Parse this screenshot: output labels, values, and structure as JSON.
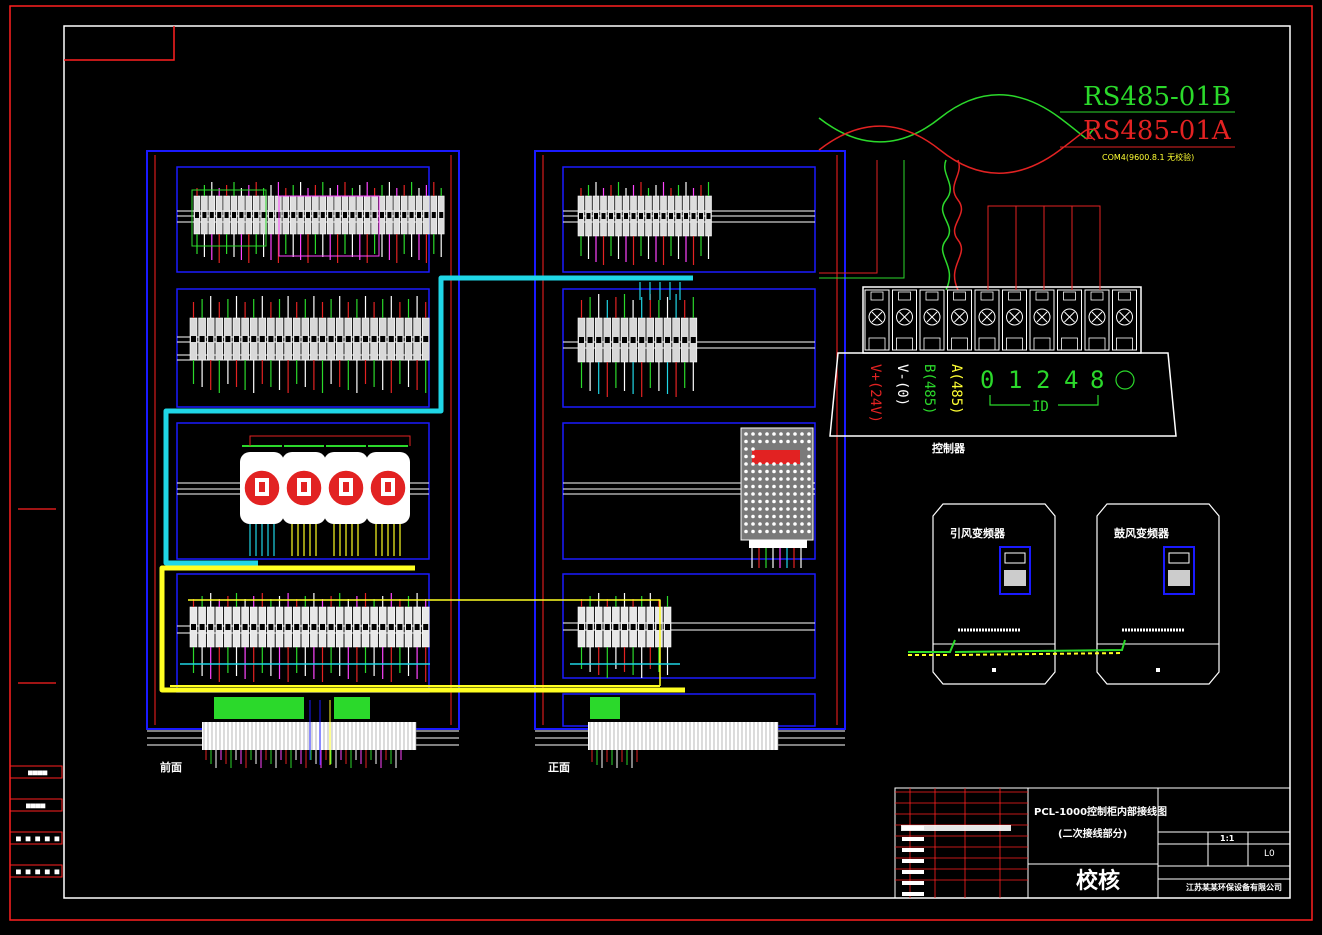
{
  "signal_labels": {
    "line_b": "RS485-01B",
    "line_a": "RS485-01A",
    "com_note": "COM4(9600.8.1 无校验)"
  },
  "terminal_labels": [
    {
      "text": "V+(24V)",
      "color": "#e22222"
    },
    {
      "text": "V-(0)",
      "color": "#ffffff"
    },
    {
      "text": "B(485)",
      "color": "#2bd92b"
    },
    {
      "text": "A(485)",
      "color": "#ffff33"
    }
  ],
  "id_digits": [
    "0",
    "1",
    "2",
    "4",
    "8"
  ],
  "id_label": "ID",
  "controller_label": "控制器",
  "vfd_left": "引风变频器",
  "vfd_right": "鼓风变频器",
  "panel_label_left": "前面",
  "panel_label_right": "正面",
  "title_block": {
    "title_line1": "PCL-1000控制柜内部接线图",
    "title_line2": "(二次接线部分)",
    "stamp": "校核",
    "scale_value": "1:1",
    "l0": "L0",
    "company": "江苏某某环保设备有限公司"
  },
  "colors": {
    "frame": "#ff2020",
    "border_white": "#ffffff",
    "panel_blue": "#1a1aff",
    "cyan": "#1fd6e6",
    "yellow": "#ffff22",
    "green": "#2bd92b",
    "magenta": "#ff44ff"
  }
}
